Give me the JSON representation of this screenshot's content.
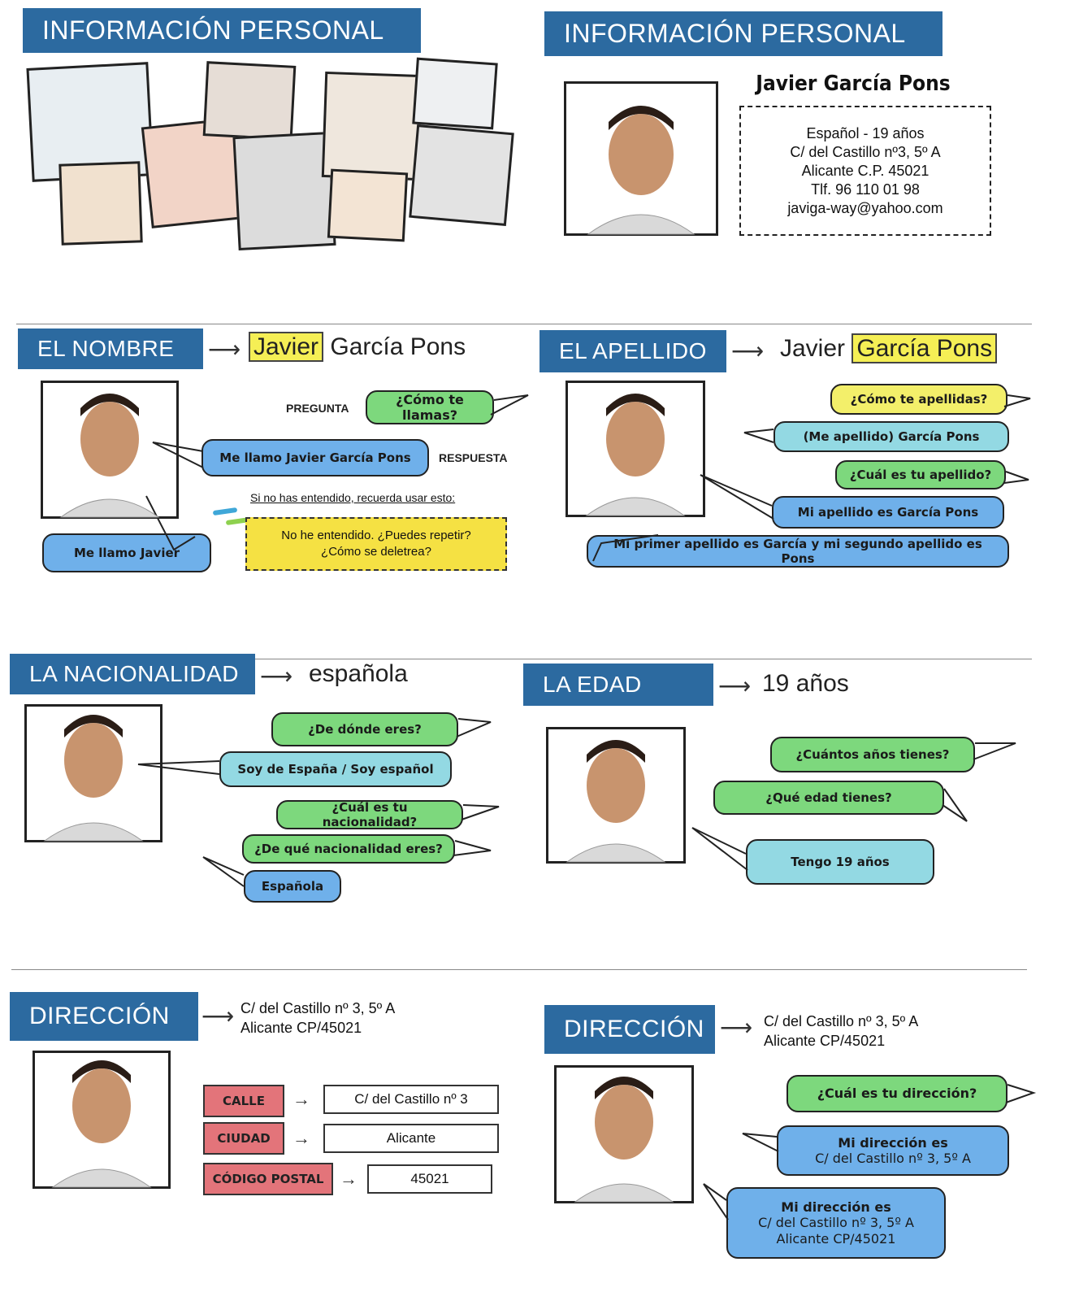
{
  "sections": {
    "info_left": {
      "title": "INFORMACIÓN PERSONAL"
    },
    "info_right": {
      "title": "INFORMACIÓN PERSONAL",
      "name": "Javier García Pons",
      "details": [
        "Español - 19 años",
        "C/ del Castillo nº3, 5º A",
        "Alicante C.P. 45021",
        "Tlf. 96 110 01 98",
        "javiga-way@yahoo.com"
      ]
    },
    "nombre": {
      "title": "EL NOMBRE",
      "first": "Javier",
      "rest": "García Pons",
      "pregunta_label": "PREGUNTA",
      "question": "¿Cómo te llamas?",
      "answer": "Me llamo Javier García Pons",
      "respuesta_label": "RESPUESTA",
      "tip": "Si no has entendido, recuerda usar esto:",
      "help_line1": "No he entendido. ¿Puedes repetir?",
      "help_line2": "¿Cómo se deletrea?",
      "short_answer": "Me llamo Javier"
    },
    "apellido": {
      "title": "EL APELLIDO",
      "first": "Javier",
      "surname": "García Pons",
      "q1": "¿Cómo te apellidas?",
      "a1": "(Me apellido) García Pons",
      "q2": "¿Cuál es tu apellido?",
      "a2": "Mi apellido es García Pons",
      "a3": "Mi primer apellido es García y mi segundo apellido es Pons"
    },
    "nacionalidad": {
      "title": "LA NACIONALIDAD",
      "value": "española",
      "q1": "¿De dónde eres?",
      "a1": "Soy de España / Soy español",
      "q2": "¿Cuál es tu nacionalidad?",
      "q3": "¿De qué nacionalidad eres?",
      "a2": "Española"
    },
    "edad": {
      "title": "LA EDAD",
      "value": "19 años",
      "q1": "¿Cuántos años tienes?",
      "q2": "¿Qué edad tienes?",
      "a1": "Tengo 19 años"
    },
    "direccion_left": {
      "title": "DIRECCIÓN",
      "line1": "C/ del Castillo nº 3, 5º A",
      "line2": "Alicante CP/45021",
      "rows": [
        {
          "label": "CALLE",
          "value": "C/ del Castillo nº 3"
        },
        {
          "label": "CIUDAD",
          "value": "Alicante"
        },
        {
          "label": "CÓDIGO POSTAL",
          "value": "45021"
        }
      ]
    },
    "direccion_right": {
      "title": "DIRECCIÓN",
      "line1": "C/ del Castillo nº 3, 5º A",
      "line2": "Alicante CP/45021",
      "question": "¿Cuál es tu dirección?",
      "a1_line1": "Mi dirección es",
      "a1_line2": "C/ del Castillo nº 3, 5º A",
      "a2_line1": "Mi dirección es",
      "a2_line2": "C/ del Castillo nº 3, 5º A",
      "a2_line3": "Alicante CP/45021"
    }
  },
  "colors": {
    "header_blue": "#2c6aa0",
    "highlight_yellow": "#f5ef55",
    "bubble_green": "#7dd87d",
    "bubble_blue": "#6fb0ea",
    "bubble_light_blue": "#93d9e3",
    "label_red": "#e3747a"
  }
}
